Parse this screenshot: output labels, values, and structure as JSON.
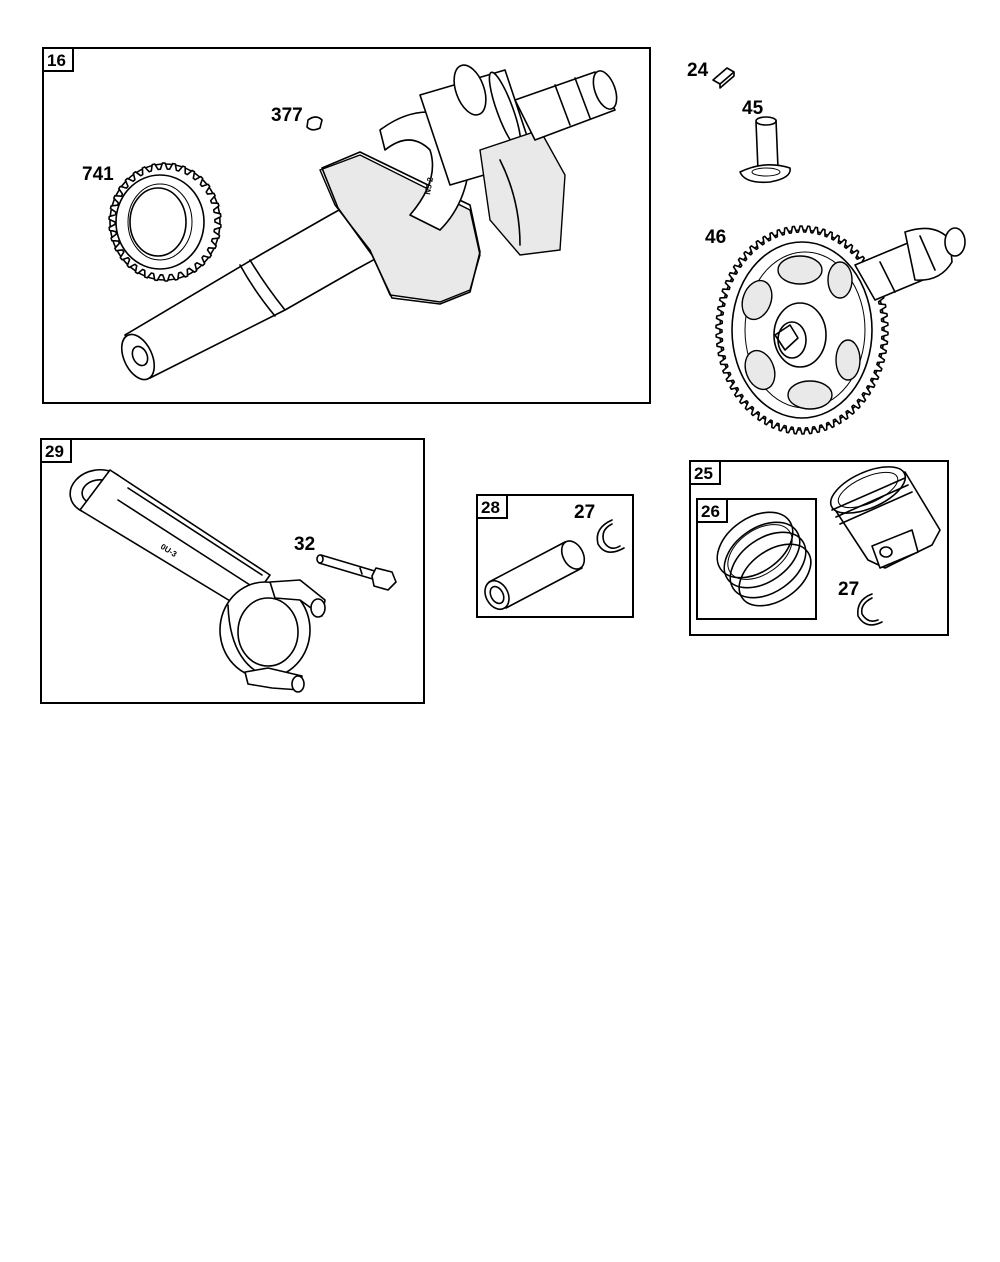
{
  "groups": [
    {
      "id": "crankshaft-group",
      "tag": "16"
    },
    {
      "id": "connecting-rod-group",
      "tag": "29"
    },
    {
      "id": "piston-pin-group",
      "tag": "28"
    },
    {
      "id": "piston-group",
      "tag": "25"
    },
    {
      "id": "ring-set-group",
      "tag": "26"
    }
  ],
  "callouts": [
    {
      "part": "crankshaft-gear",
      "label": "741"
    },
    {
      "part": "crankshaft-key",
      "label": "377"
    },
    {
      "part": "cam-key",
      "label": "24"
    },
    {
      "part": "valve-tappet",
      "label": "45"
    },
    {
      "part": "camshaft",
      "label": "46"
    },
    {
      "part": "connecting-rod-bolt",
      "label": "32"
    },
    {
      "part": "piston-pin-retainer",
      "label": "27"
    },
    {
      "part": "piston-pin-retainer-2",
      "label": "27"
    }
  ]
}
